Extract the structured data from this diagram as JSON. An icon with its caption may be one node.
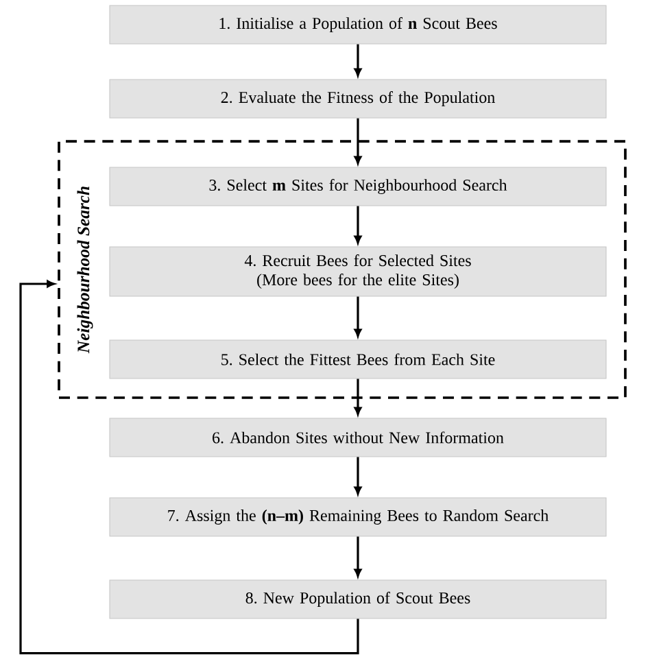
{
  "diagram": {
    "nodes": [
      {
        "text": [
          "Neighbourhood Search"
        ]
      },
      {
        "text": [
          "1. Initialise a Population of **n** Scout Bees"
        ]
      },
      {
        "text": [
          "2. Evaluate the Fitness of the Population"
        ]
      },
      {
        "text": [
          "3. Select **m** Sites for Neighbourhood Search"
        ],
        "in": 0
      },
      {
        "text": [
          "4. Recruit Bees for Selected Sites (More bees for the elite Sites)"
        ],
        "in": 0
      },
      {
        "text": [
          "5. Select the Fittest Bees from Each Site"
        ],
        "in": 0
      },
      {
        "text": [
          "6. Abandon Sites without New Information"
        ]
      },
      {
        "text": [
          "7. Assign the **(n–m)** Remaining Bees to Random Search"
        ]
      },
      {
        "text": [
          "8. New Population of Scout Bees"
        ]
      }
    ],
    "edges": [
      {
        "from": 1,
        "to": 2,
        "arrow": "to"
      },
      {
        "from": 2,
        "to": 3,
        "arrow": "to"
      },
      {
        "from": 3,
        "to": 4,
        "arrow": "to"
      },
      {
        "from": 4,
        "to": 5,
        "arrow": "to"
      },
      {
        "from": 5,
        "to": 6,
        "arrow": "to"
      },
      {
        "from": 6,
        "to": 7,
        "arrow": "to"
      },
      {
        "from": 7,
        "to": 8,
        "arrow": "to"
      },
      {
        "from": 8,
        "to": 0,
        "arrow": "to"
      }
    ]
  }
}
